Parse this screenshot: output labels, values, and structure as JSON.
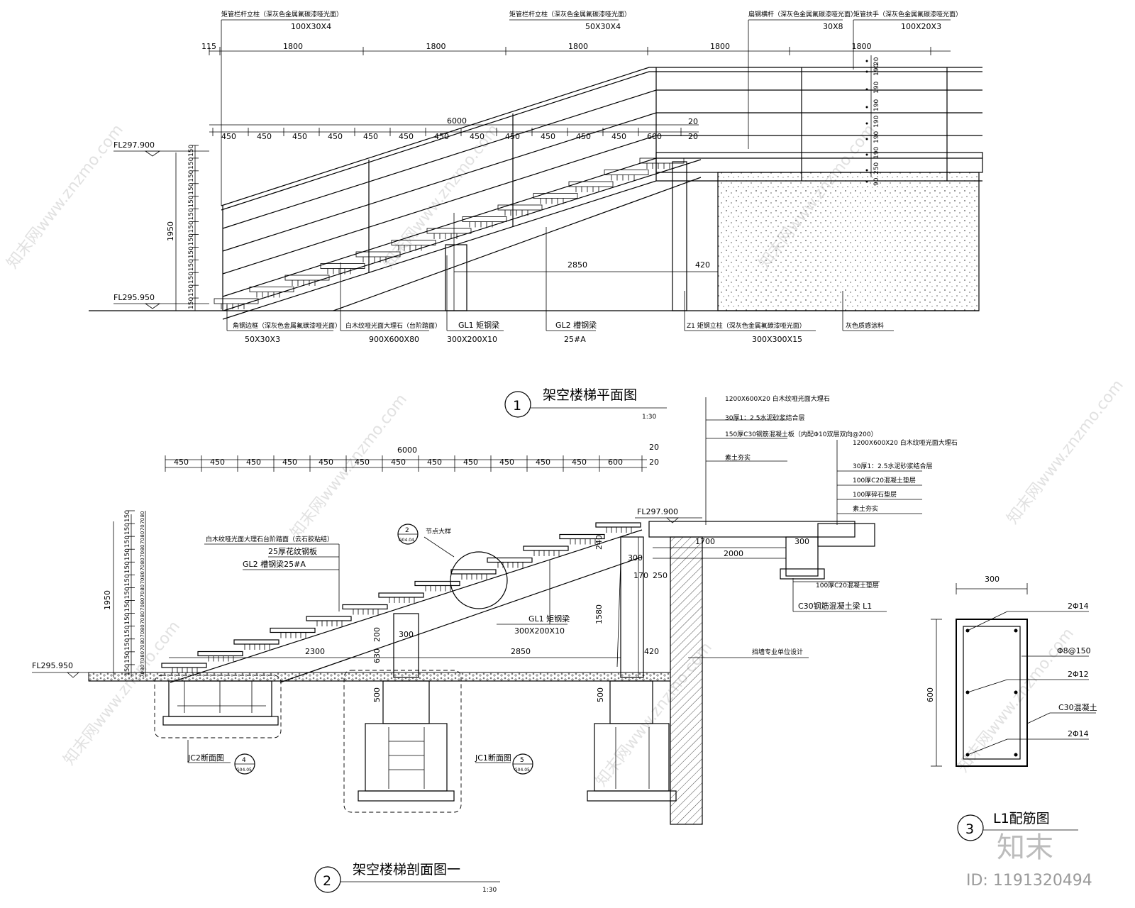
{
  "plan": {
    "title": "架空楼梯平面图",
    "scale": "1:30",
    "number": "1",
    "top_dims": [
      "115",
      "1800",
      "1800",
      "1800",
      "1800",
      "1800"
    ],
    "total": "6000",
    "step_dims": [
      "450",
      "450",
      "450",
      "450",
      "450",
      "450",
      "450",
      "450",
      "450",
      "450",
      "450",
      "450",
      "600"
    ],
    "extra_dims": [
      "20",
      "20"
    ],
    "levels": {
      "upper": "FL297.900",
      "lower": "FL295.950"
    },
    "height_total": "1950",
    "height_steps": [
      "150",
      "150",
      "150",
      "150",
      "150",
      "150",
      "150",
      "150",
      "150",
      "150",
      "150",
      "150",
      "150"
    ],
    "rail_dims": [
      "20",
      "190",
      "190",
      "190",
      "190",
      "190",
      "190",
      "250",
      "90"
    ],
    "span": "2850",
    "offset": "420",
    "top_labels": [
      {
        "name": "矩管栏杆立柱（深灰色金属氟碳漆哑光面）",
        "size": "100X30X4"
      },
      {
        "name": "矩管栏杆立柱（深灰色金属氟碳漆哑光面）",
        "size": "50X30X4"
      },
      {
        "name": "扁钢横杆（深灰色金属氟碳漆哑光面）",
        "size": "30X8"
      },
      {
        "name": "矩管扶手（深灰色金属氟碳漆哑光面）",
        "size": "100X20X3"
      }
    ],
    "bottom_labels": [
      {
        "name": "角钢边框（深灰色金属氟碳漆哑光面）",
        "size": "50X30X3"
      },
      {
        "name": "白木纹哑光面大理石（台阶踏面）",
        "size": "900X600X80"
      },
      {
        "name": "GL1 矩钢梁",
        "size": "300X200X10"
      },
      {
        "name": "GL2 槽钢梁",
        "size": "25#A"
      },
      {
        "name": "Z1 矩钢立柱（深灰色金属氟碳漆哑光面）",
        "size": "300X300X15"
      },
      {
        "name": "灰色质感涂料",
        "size": ""
      }
    ]
  },
  "section": {
    "title": "架空楼梯剖面图一",
    "scale": "1:30",
    "number": "2",
    "total": "6000",
    "step_dims": [
      "450",
      "450",
      "450",
      "450",
      "450",
      "450",
      "450",
      "450",
      "450",
      "450",
      "450",
      "450",
      "600"
    ],
    "extra_dims": [
      "20",
      "20"
    ],
    "levels": {
      "upper": "FL297.900",
      "lower": "FL295.950"
    },
    "height_total": "1950",
    "height_steps": [
      "150",
      "150",
      "150",
      "150",
      "150",
      "150",
      "150",
      "150",
      "150",
      "150",
      "150",
      "150",
      "150"
    ],
    "inner_heights": [
      "80",
      "70",
      "70",
      "80",
      "70",
      "80",
      "70",
      "80",
      "70",
      "80",
      "70",
      "80",
      "70",
      "80",
      "70",
      "80",
      "70",
      "80",
      "70",
      "80",
      "70",
      "80",
      "70",
      "80",
      "70"
    ],
    "left_notes": [
      "白木纹哑光面大理石台阶踏面（云石胶粘结）",
      "25厚花纹钢板",
      "GL2 槽钢梁25#A"
    ],
    "node_label": "节点大样",
    "node_ref": {
      "num": "2",
      "sheet": "G04.04"
    },
    "gl1": {
      "name": "GL1 矩钢梁",
      "size": "300X200X10"
    },
    "dims": [
      "2300",
      "2850",
      "420",
      "1700",
      "2000",
      "300",
      "300",
      "170",
      "250",
      "1580",
      "630",
      "200",
      "300",
      "500",
      "500",
      "240",
      "20"
    ],
    "retaining": "挡墙专业单位设计",
    "jc2": "JC2断面图",
    "jc2_ref": {
      "num": "4",
      "sheet": "G04.05"
    },
    "jc1": "JC1断面图",
    "jc1_ref": {
      "num": "5",
      "sheet": "G04.05"
    },
    "layers_a": [
      "1200X600X20 白木纹哑光面大理石",
      "30厚1：2.5水泥砂浆结合层",
      "150厚C30钢筋混凝土板（内配Φ10双层双向@200）",
      "素土夯实"
    ],
    "layers_b": [
      "1200X600X20 白木纹哑光面大理石",
      "30厚1：2.5水泥砂浆结合层",
      "100厚C20混凝土垫层",
      "100厚碎石垫层",
      "素土夯实"
    ],
    "beam_notes": [
      "100厚C20混凝土垫层",
      "C30钢筋混凝土梁 L1"
    ]
  },
  "rebar": {
    "title": "L1配筋图",
    "number": "3",
    "width": "300",
    "height": "600",
    "labels": [
      "2Φ14",
      "Φ8@150",
      "2Φ12",
      "C30混凝土",
      "2Φ14"
    ]
  },
  "watermark": {
    "brand": "知末",
    "id": "ID: 1191320494",
    "site": "知末网www.znzmo.com"
  }
}
